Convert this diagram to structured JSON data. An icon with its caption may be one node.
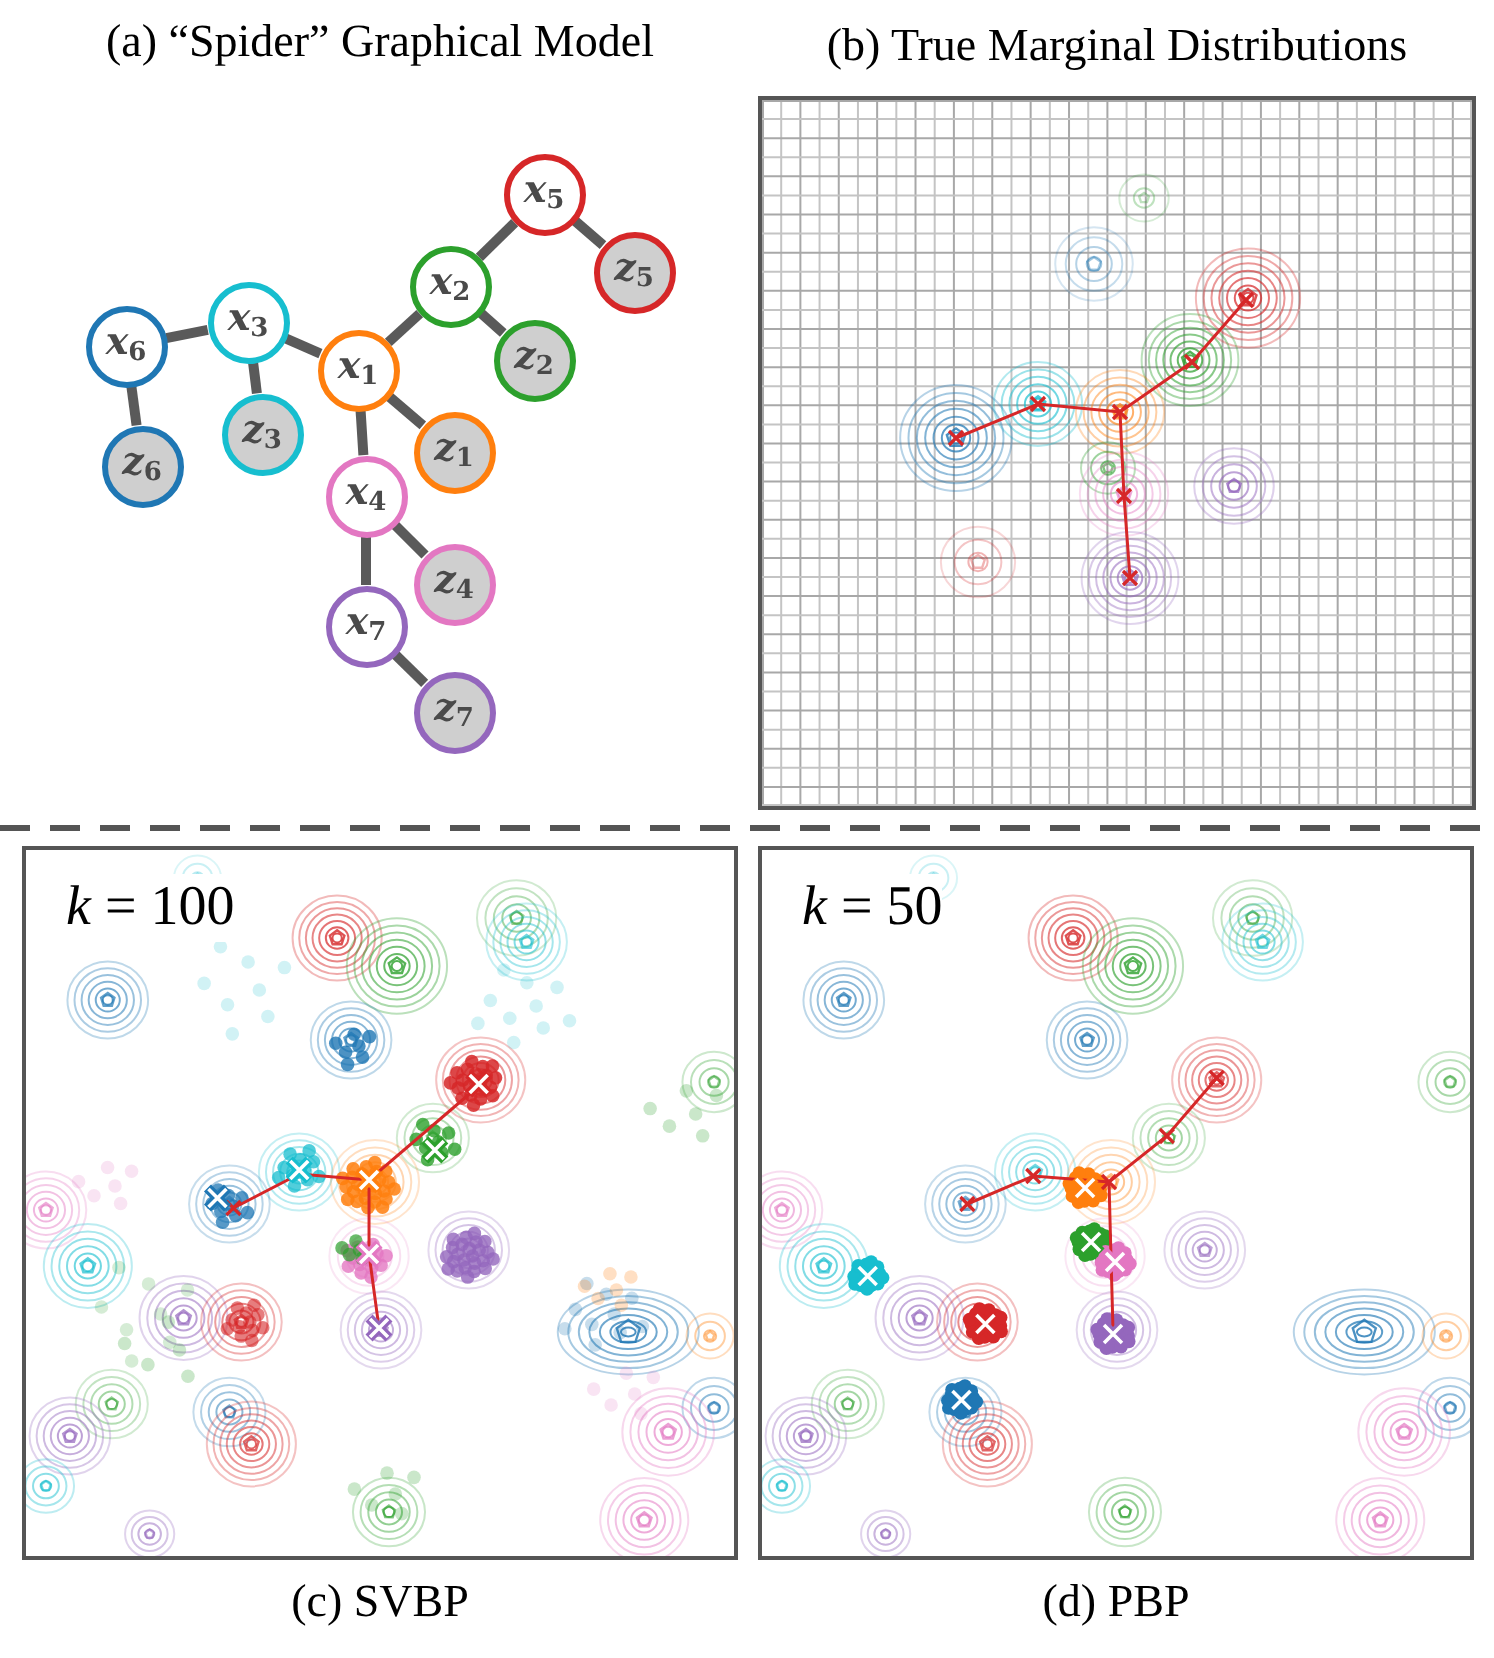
{
  "diagram": {
    "nodes": [
      {
        "text": [
          "x$_{5}$"
        ]
      },
      {
        "text": [
          "z$_{5}$"
        ]
      },
      {
        "text": [
          "x$_{2}$"
        ]
      },
      {
        "text": [
          "x$_{3}$"
        ]
      },
      {
        "text": [
          "x$_{6}$"
        ]
      },
      {
        "text": [
          "z$_{2}$"
        ]
      },
      {
        "text": [
          "x$_{1}$"
        ]
      },
      {
        "text": [
          "z$_{3}$"
        ]
      },
      {
        "text": [
          "z$_{1}$"
        ]
      },
      {
        "text": [
          "z$_{6}$"
        ]
      },
      {
        "text": [
          "x$_{4}$"
        ]
      },
      {
        "text": [
          "z$_{4}$"
        ]
      },
      {
        "text": [
          "x$_{7}$"
        ]
      },
      {
        "text": [
          "z$_{7}$"
        ]
      },
      {
        "text": [],
        "shape": "picture",
        "beside": [
          "(b) True Marginal Distributions"
        ]
      },
      {
        "text": [
          "*k* = 100"
        ],
        "beside": [
          "(c) SVBP"
        ]
      },
      {
        "text": [
          "*k* = 50"
        ],
        "beside": [
          "(d) PBP"
        ]
      }
    ],
    "edges": [
      {
        "from": 0,
        "to": 2,
        "arrow": "none"
      },
      {
        "from": 0,
        "to": 1,
        "arrow": "none"
      },
      {
        "from": 2,
        "to": 6,
        "arrow": "none"
      },
      {
        "from": 2,
        "to": 5,
        "arrow": "none"
      },
      {
        "from": 3,
        "to": 6,
        "arrow": "none"
      },
      {
        "from": 3,
        "to": 4,
        "arrow": "none"
      },
      {
        "from": 3,
        "to": 7,
        "arrow": "none"
      },
      {
        "from": 4,
        "to": 9,
        "arrow": "none"
      },
      {
        "from": 6,
        "to": 10,
        "arrow": "none"
      },
      {
        "from": 6,
        "to": 8,
        "arrow": "none"
      },
      {
        "from": 10,
        "to": 11,
        "arrow": "none"
      },
      {
        "from": 10,
        "to": 12,
        "arrow": "none"
      },
      {
        "from": 12,
        "to": 13,
        "arrow": "none"
      }
    ],
    "labels": [
      "(a) “Spider” Graphical Model"
    ]
  }
}
